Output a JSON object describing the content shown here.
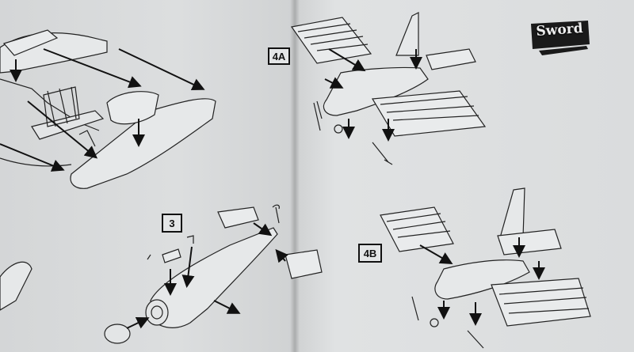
{
  "document": {
    "brand_logo": "Sword",
    "steps": [
      {
        "label": "3"
      },
      {
        "label": "4A"
      },
      {
        "label": "4B"
      }
    ]
  },
  "colors": {
    "paper": "#dcdedf",
    "ink": "#111111"
  }
}
